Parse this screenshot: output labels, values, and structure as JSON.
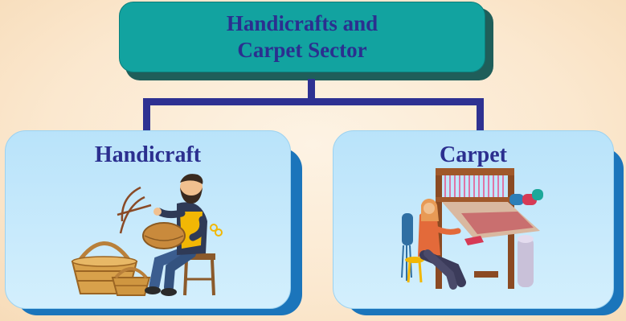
{
  "root": {
    "line1": "Handicrafts and",
    "line2": "Carpet Sector"
  },
  "children": [
    {
      "label": "Handicraft",
      "image": "basket-weaver-illustration"
    },
    {
      "label": "Carpet",
      "image": "loom-weaver-illustration"
    }
  ],
  "colors": {
    "root_fill": "#12a3a0",
    "root_shadow": "#1f5e5a",
    "child_fill": "#c6e9fb",
    "child_shadow": "#1b75bb",
    "connector": "#2e3192",
    "text": "#2b2f8f"
  }
}
